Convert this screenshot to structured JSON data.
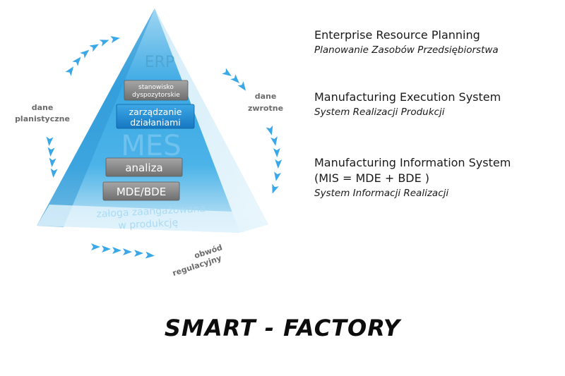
{
  "pyramid": {
    "top_label": "ERP",
    "layer1": "stanowisko dyspozytorskie",
    "layer1_line1": "stanowisko",
    "layer1_line2": "dyspozytorskie",
    "layer2_line1": "zarządzanie",
    "layer2_line2": "działaniami",
    "mes_label": "MES",
    "layer3": "analiza",
    "layer4": "MDE/BDE",
    "base_line1": "załoga zaangażowana",
    "base_line2": "w produkcję"
  },
  "cycle": {
    "left_line1": "dane",
    "left_line2": "planistyczne",
    "right_line1": "dane",
    "right_line2": "zwrotne",
    "bottom_line1": "obwód",
    "bottom_line2": "regulacyjny"
  },
  "legend": {
    "erp_title": "Enterprise Resource Planning",
    "erp_sub": "Planowanie Zasobów Przedsiębiorstwa",
    "mes_title": "Manufacturing Execution System",
    "mes_sub": "System Realizacji Produkcji",
    "mis_title": "Manufacturing Information  System",
    "mis_formula": "(MIS = MDE + BDE )",
    "mis_sub": "System Informacji Realizacji"
  },
  "footer": {
    "title": "SMART  - FACTORY"
  },
  "colors": {
    "pyramid_light": "#d9f0fb",
    "pyramid_mid": "#5cbfe8",
    "pyramid_dark": "#1d8fd0",
    "arrow": "#3aa8e8",
    "button_gray": "#8c8c8c"
  }
}
